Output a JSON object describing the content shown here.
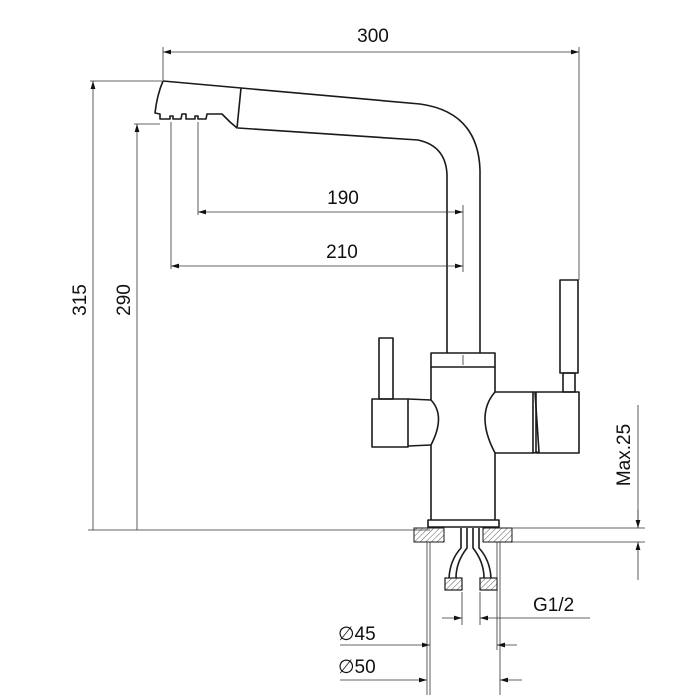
{
  "drawing": {
    "dimensions": {
      "total_reach": "300",
      "outlet1_reach": "190",
      "outlet2_reach": "210",
      "total_height": "315",
      "outlet_height": "290",
      "max_counter_thickness": "Max.25",
      "thread": "G1/2",
      "hole_min": "∅45",
      "hole_max": "∅50"
    },
    "line_color": "#1a1a1a"
  }
}
